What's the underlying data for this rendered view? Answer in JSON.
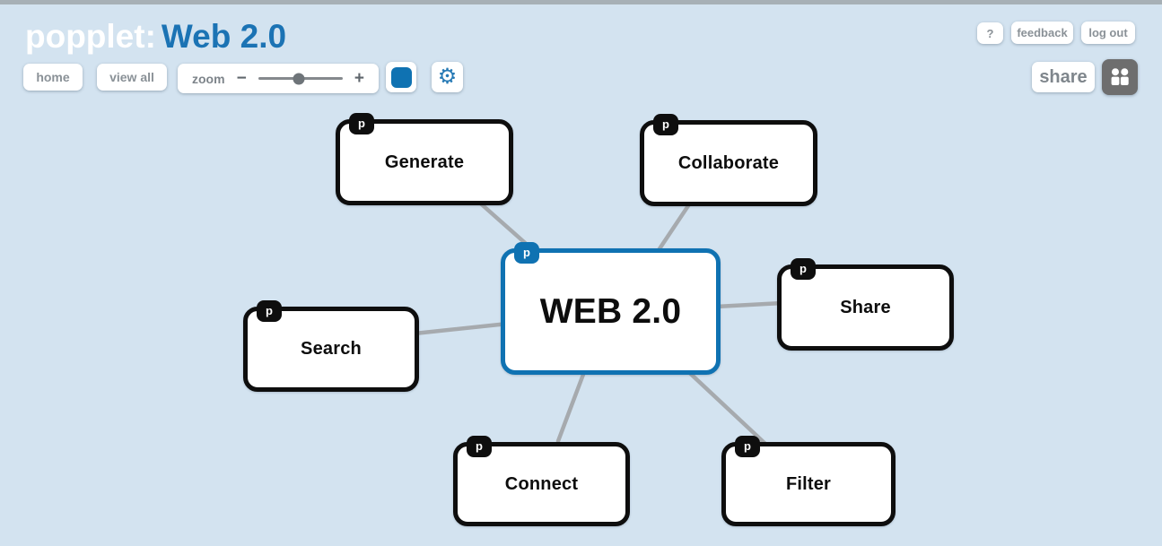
{
  "header": {
    "logo": "popplet:",
    "board_title": "Web 2.0",
    "help_label": "?",
    "feedback_label": "feedback",
    "logout_label": "log out",
    "home_label": "home",
    "view_all_label": "view all",
    "zoom_label": "zoom",
    "share_label": "share",
    "zoom_slider_pct": 48
  },
  "icons": {
    "minus": "−",
    "plus": "+",
    "gear": "⚙",
    "popple_badge": "p"
  },
  "colors": {
    "background": "#d3e3f0",
    "top_strip": "#a7b0b6",
    "brand_white": "#ffffff",
    "brand_blue": "#1b73b4",
    "center_node_blue": "#0f72b2",
    "node_border_black": "#0e0e0e",
    "connector_gray": "#a6aaae",
    "button_text_gray": "#8a9197",
    "users_button_gray": "#6e6e6e"
  },
  "mindmap": {
    "center": {
      "label": "WEB 2.0",
      "badge": "p"
    },
    "nodes": [
      {
        "id": "generate",
        "label": "Generate",
        "badge": "p"
      },
      {
        "id": "collaborate",
        "label": "Collaborate",
        "badge": "p"
      },
      {
        "id": "share",
        "label": "Share",
        "badge": "p"
      },
      {
        "id": "search",
        "label": "Search",
        "badge": "p"
      },
      {
        "id": "connect",
        "label": "Connect",
        "badge": "p"
      },
      {
        "id": "filter",
        "label": "Filter",
        "badge": "p"
      }
    ]
  }
}
